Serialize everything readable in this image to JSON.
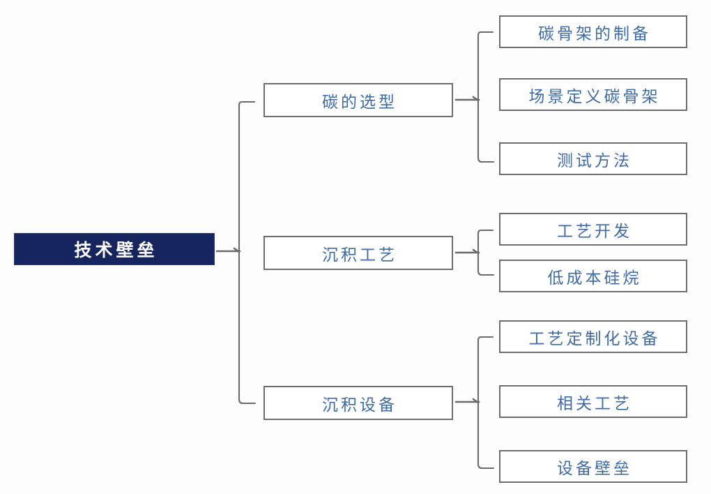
{
  "diagram": {
    "title": "技术壁垒",
    "type": "bracket-tree",
    "root": {
      "label": "技术壁垒",
      "fill_color": "#17255e",
      "text_color": "#ffffff"
    },
    "branch_text_color": "#3f6aa3",
    "branch_border_color": "#6d6d70",
    "bracket_color": "#6a6a6d",
    "branches": [
      {
        "label": "碳的选型",
        "children": [
          {
            "label": "碳骨架的制备"
          },
          {
            "label": "场景定义碳骨架"
          },
          {
            "label": "测试方法"
          }
        ]
      },
      {
        "label": "沉积工艺",
        "children": [
          {
            "label": "工艺开发"
          },
          {
            "label": "低成本硅烷"
          }
        ]
      },
      {
        "label": "沉积设备",
        "children": [
          {
            "label": "工艺定制化设备"
          },
          {
            "label": "相关工艺"
          },
          {
            "label": "设备壁垒"
          }
        ]
      }
    ]
  }
}
